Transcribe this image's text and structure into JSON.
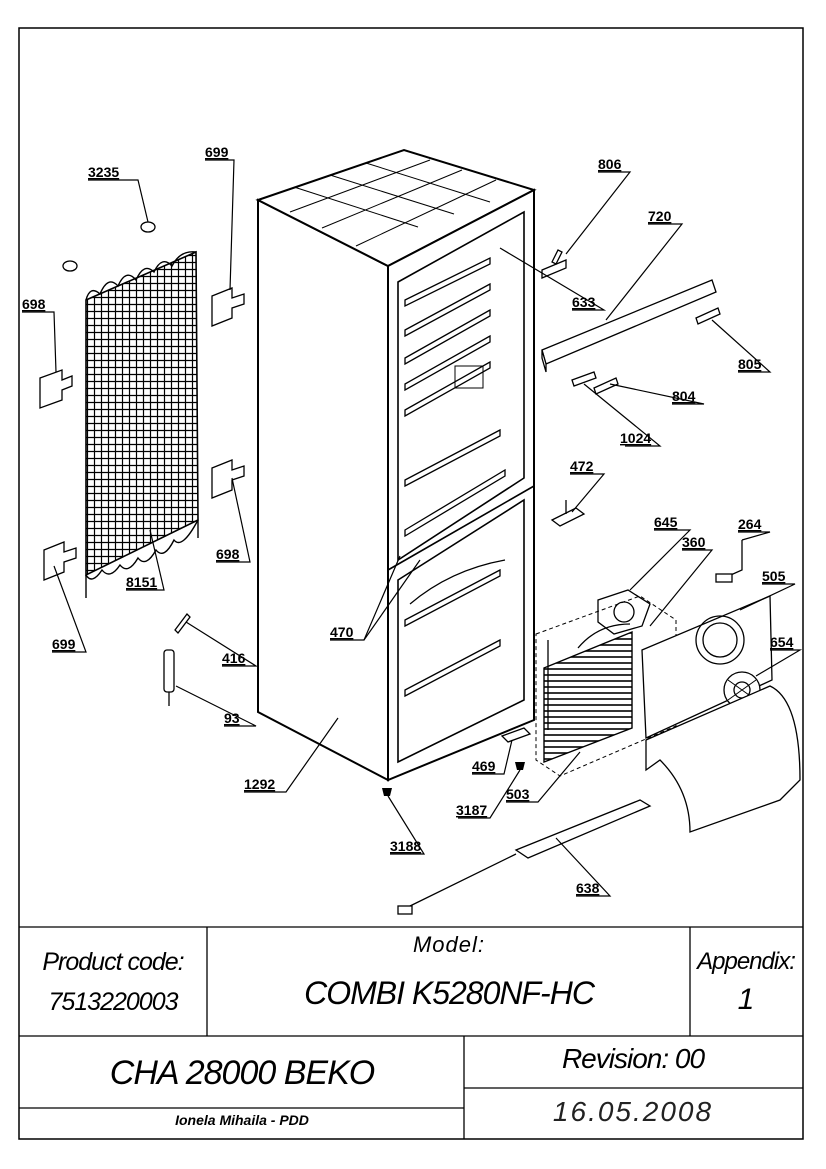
{
  "callouts": [
    "3235",
    "699",
    "806",
    "720",
    "698",
    "633",
    "805",
    "804",
    "1024",
    "472",
    "698",
    "645",
    "264",
    "360",
    "505",
    "654",
    "8151",
    "699",
    "470",
    "416",
    "93",
    "1292",
    "469",
    "3187",
    "503",
    "3188",
    "638"
  ],
  "title_block": {
    "product_code_label": "Product code:",
    "product_code": "7513220003",
    "model_label": "Model:",
    "model": "COMBI K5280NF-HC",
    "appendix_label": "Appendix:",
    "appendix": "1",
    "chassis": "CHA 28000 BEKO",
    "revision": "Revision: 00",
    "author": "Ionela Mihaila - PDD",
    "date": "16.05.2008"
  }
}
